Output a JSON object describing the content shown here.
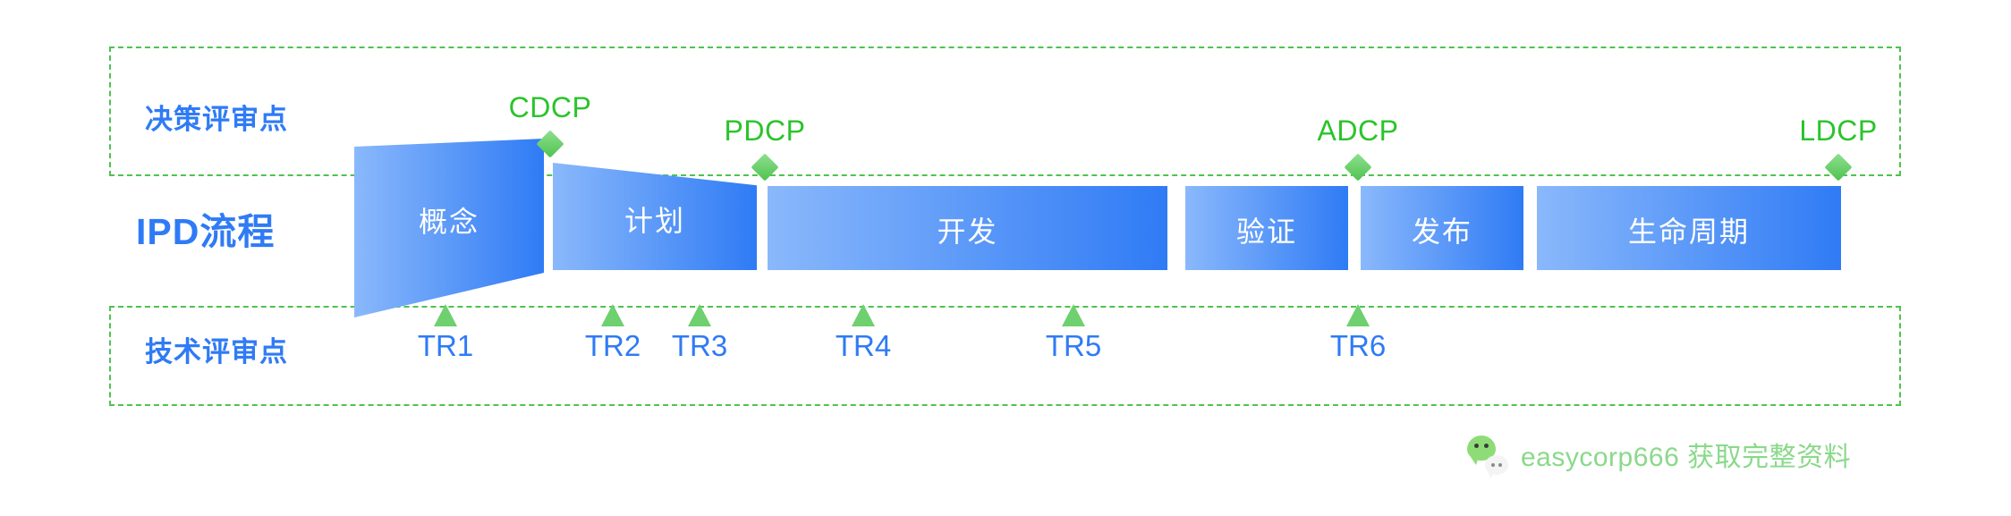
{
  "rows": {
    "decision": {
      "label": "决策评审点"
    },
    "process": {
      "label": "IPD流程"
    },
    "technical": {
      "label": "技术评审点"
    }
  },
  "stages": [
    {
      "name": "concept",
      "label": "概念"
    },
    {
      "name": "plan",
      "label": "计划"
    },
    {
      "name": "develop",
      "label": "开发"
    },
    {
      "name": "verify",
      "label": "验证"
    },
    {
      "name": "release",
      "label": "发布"
    },
    {
      "name": "lifecycle",
      "label": "生命周期"
    }
  ],
  "decision_points": [
    {
      "name": "cdcp",
      "label": "CDCP"
    },
    {
      "name": "pdcp",
      "label": "PDCP"
    },
    {
      "name": "adcp",
      "label": "ADCP"
    },
    {
      "name": "ldcp",
      "label": "LDCP"
    }
  ],
  "technical_points": [
    {
      "name": "tr1",
      "label": "TR1"
    },
    {
      "name": "tr2",
      "label": "TR2"
    },
    {
      "name": "tr3",
      "label": "TR3"
    },
    {
      "name": "tr4",
      "label": "TR4"
    },
    {
      "name": "tr5",
      "label": "TR5"
    },
    {
      "name": "tr6",
      "label": "TR6"
    }
  ],
  "footer": {
    "text": "easycorp666  获取完整资料",
    "icon": "wechat-icon"
  },
  "colors": {
    "brand_blue": "#2f7bf5",
    "stage_light": "#8ab8fb",
    "accent_green": "#2ac42a",
    "dash_green": "#4fc24f",
    "marker_green": "#6ed06e",
    "footer_green": "#8ad98a"
  }
}
